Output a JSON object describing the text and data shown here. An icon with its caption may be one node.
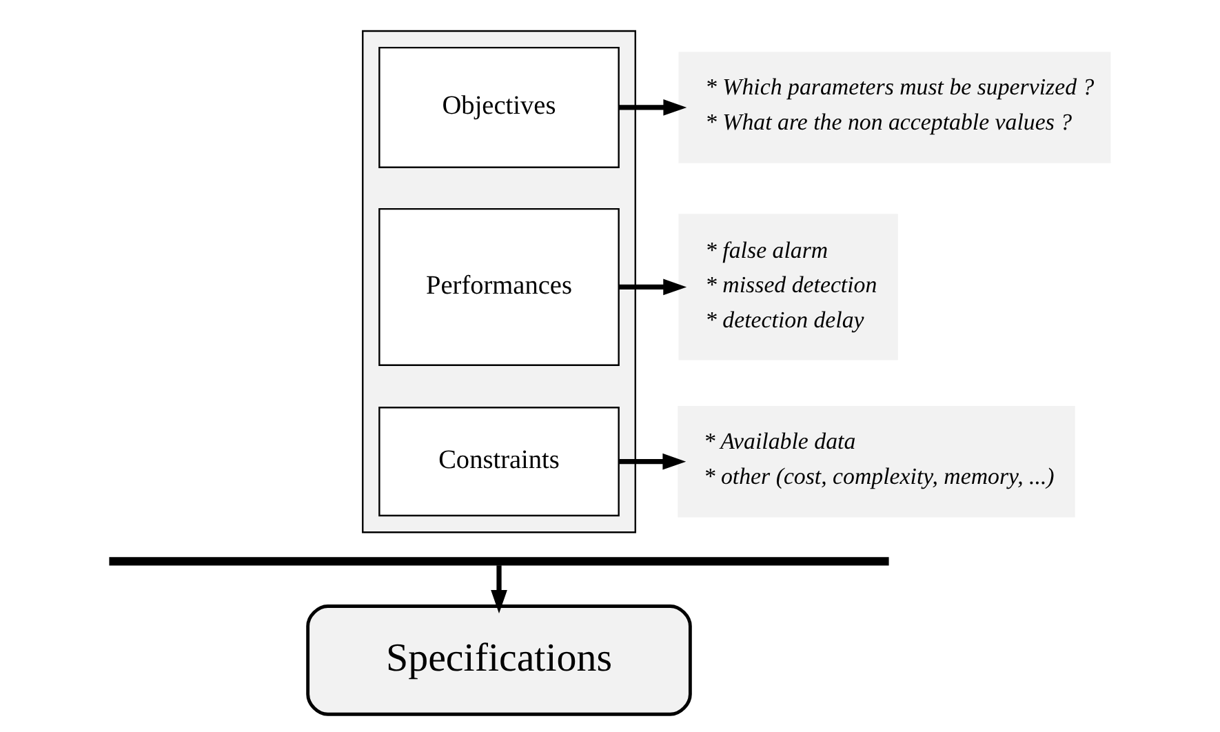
{
  "diagram": {
    "nodes": [
      {
        "text": [],
        "shape": "box"
      },
      {
        "text": [
          "Objectives"
        ],
        "in": 0
      },
      {
        "text": [
          "* Which parameters must be supervized ?",
          "* What are the non acceptable values ?"
        ]
      },
      {
        "text": [
          "Performances"
        ],
        "in": 0
      },
      {
        "text": [
          "* false alarm",
          "* missed detection",
          "* detection delay"
        ]
      },
      {
        "text": [
          "Constraints"
        ],
        "in": 0
      },
      {
        "text": [
          "* Available data",
          "* other (cost, complexity, memory, ...)"
        ]
      },
      {
        "text": [],
        "shape": "bar"
      },
      {
        "text": [
          "Specifications"
        ]
      }
    ],
    "edges": [
      {
        "from": 1,
        "to": 2,
        "arrow": "to"
      },
      {
        "from": 3,
        "to": 4,
        "arrow": "to"
      },
      {
        "from": 5,
        "to": 6,
        "arrow": "to"
      },
      {
        "from": 7,
        "to": 8,
        "arrow": "to"
      }
    ]
  }
}
